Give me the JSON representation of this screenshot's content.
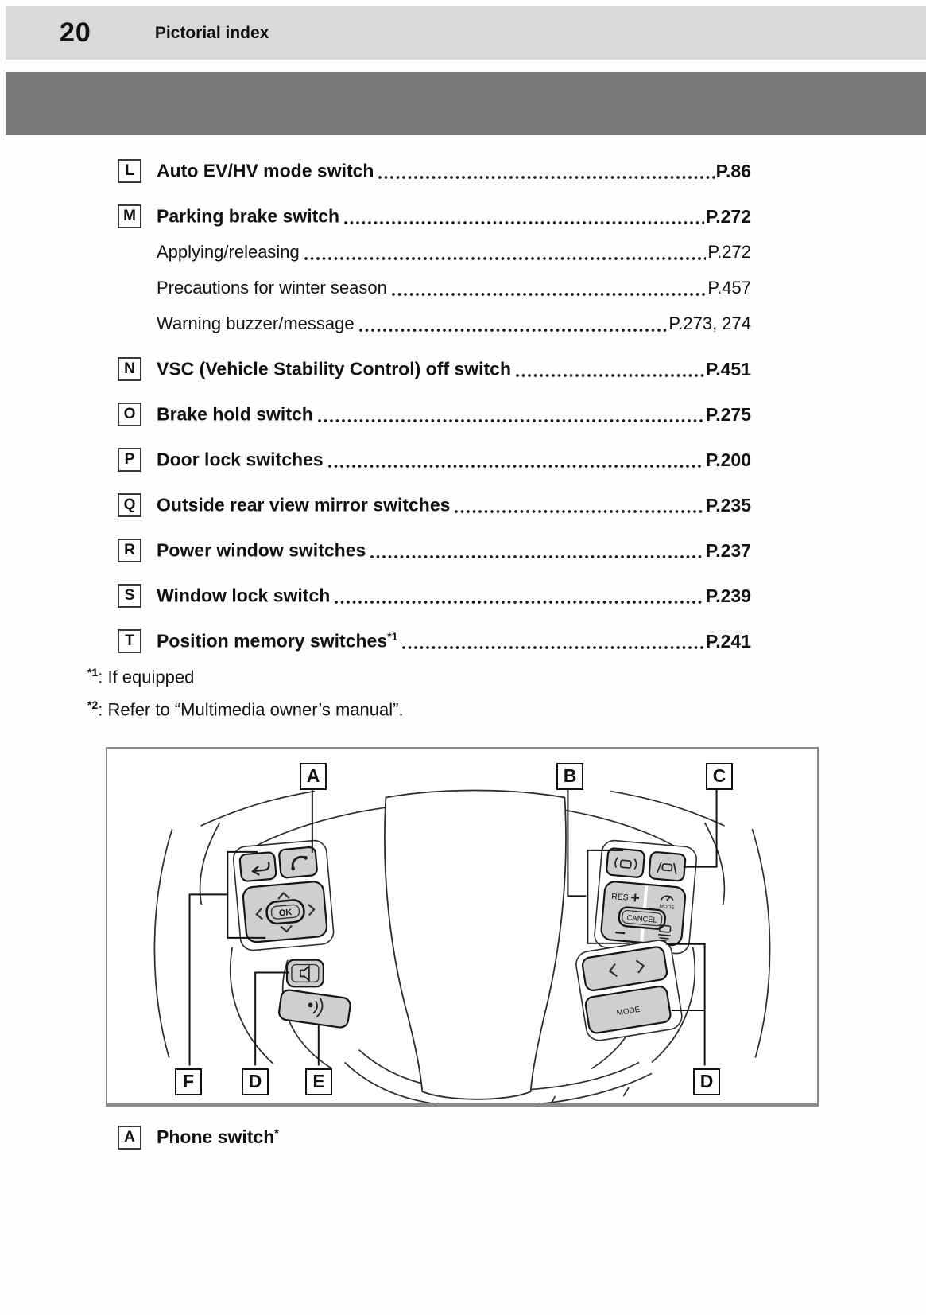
{
  "header": {
    "page_number": "20",
    "section_title": "Pictorial index"
  },
  "index_items": [
    {
      "letter": "L",
      "title": "Auto EV/HV mode switch",
      "sup": "",
      "page": "P.86"
    },
    {
      "letter": "M",
      "title": "Parking brake switch",
      "sup": "",
      "page": "P.272"
    },
    {
      "title": "Applying/releasing",
      "sup": "",
      "page": "P.272"
    },
    {
      "title": "Precautions for winter season",
      "sup": "",
      "page": "P.457"
    },
    {
      "title": "Warning buzzer/message",
      "sup": "",
      "page": "P.273, 274"
    },
    {
      "letter": "N",
      "title": "VSC (Vehicle Stability Control) off switch",
      "sup": "",
      "page": "P.451"
    },
    {
      "letter": "O",
      "title": "Brake hold switch",
      "sup": "",
      "page": "P.275"
    },
    {
      "letter": "P",
      "title": "Door lock switches",
      "sup": "",
      "page": "P.200"
    },
    {
      "letter": "Q",
      "title": "Outside rear view mirror switches",
      "sup": "",
      "page": "P.235"
    },
    {
      "letter": "R",
      "title": "Power window switches",
      "sup": "",
      "page": "P.237"
    },
    {
      "letter": "S",
      "title": "Window lock switch",
      "sup": "",
      "page": "P.239"
    },
    {
      "letter": "T",
      "title": "Position memory switches",
      "sup": "*1",
      "page": "P.241"
    }
  ],
  "footnotes": [
    {
      "marker": "*1",
      "text": ": If equipped"
    },
    {
      "marker": "*2",
      "text": ": Refer to “Multimedia owner’s manual”."
    }
  ],
  "diagram": {
    "callouts": {
      "a": "A",
      "b": "B",
      "c": "C",
      "f": "F",
      "d_left": "D",
      "e": "E",
      "d_right": "D"
    },
    "buttons": {
      "ok": "OK",
      "res": "RES",
      "cancel": "CANCEL",
      "cruise_mode": "MODE",
      "audio_mode": "MODE"
    }
  },
  "caption": {
    "letter": "A",
    "text": "Phone switch",
    "sup": "*"
  },
  "colors": {
    "header_bar": "#d9d9d9",
    "dark_band": "#7a7a7a",
    "button_fill": "#cfcfcf",
    "line": "#2b2b2b"
  }
}
